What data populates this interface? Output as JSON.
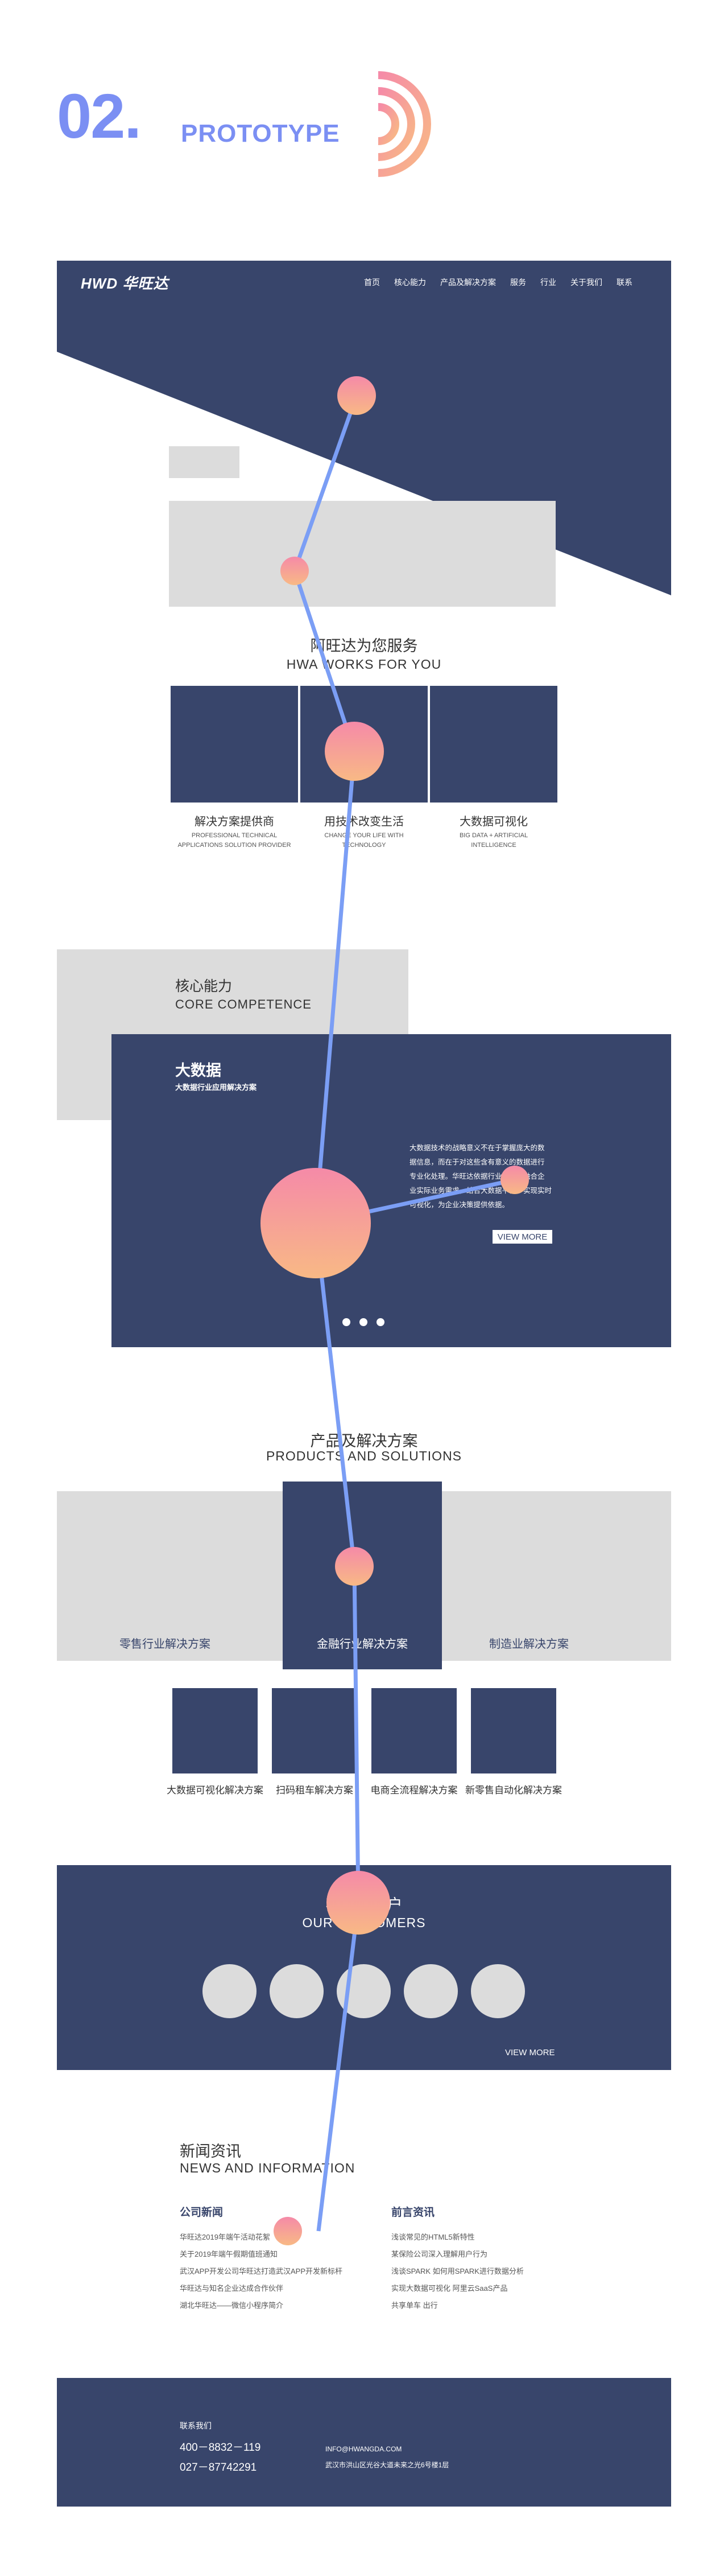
{
  "heading": {
    "number": "02.",
    "title": "PROTOTYPE"
  },
  "brand": {
    "logo": "HWD 华旺达"
  },
  "nav": [
    "首页",
    "核心能力",
    "产品及解决方案",
    "服务",
    "行业",
    "关于我们",
    "联系"
  ],
  "services": {
    "title": "阿旺达为您服务",
    "subtitle": "HWA WORKS FOR YOU",
    "items": [
      {
        "label": "解决方案提供商",
        "desc1": "PROFESSIONAL TECHNICAL",
        "desc2": "APPLICATIONS SOLUTION PROVIDER"
      },
      {
        "label": "用技术改变生活",
        "desc1": "CHANGE YOUR LIFE WITH",
        "desc2": "TECHNOLOGY"
      },
      {
        "label": "大数据可视化",
        "desc1": "BIG DATA + ARTIFICIAL",
        "desc2": "INTELLIGENCE"
      }
    ]
  },
  "core": {
    "title": "核心能力",
    "subtitle": "CORE COMPETENCE",
    "card_title": "大数据",
    "card_subtitle": "大数据行业应用解决方案",
    "body": [
      "大数据技术的战略意义不在于掌握庞大的数",
      "据信息，而在于对这些含有意义的数据进行",
      "专业化处理。华旺达依据行业特点，融合企",
      "业实际业务需求，结合大数据平台，实现实时",
      "可视化，为企业决策提供依据。"
    ],
    "button": "VIEW MORE"
  },
  "products": {
    "title": "产品及解决方案",
    "subtitle": "PRODUCTS AND SOLUTIONS",
    "blocks": [
      "零售行业解决方案",
      "金融行业解决方案",
      "制造业解决方案"
    ],
    "tiles": [
      "大数据可视化解决方案",
      "扫码租车解决方案",
      "电商全流程解决方案",
      "新零售自动化解决方案"
    ]
  },
  "customers": {
    "title": "我们的客户",
    "subtitle": "OUR CUSTOMERS",
    "more": "VIEW MORE"
  },
  "news": {
    "title": "新闻资讯",
    "subtitle": "NEWS AND INFORMATION",
    "company_title": "公司新闻",
    "company_items": [
      "华旺达2019年端午活动花絮",
      "关于2019年端午假期值班通知",
      "武汉APP开发公司华旺达打造武汉APP开发新标杆",
      "华旺达与知名企业达成合作伙伴",
      "湖北华旺达——微信小程序简介"
    ],
    "frontier_title": "前言资讯",
    "frontier_items": [
      "浅谈常见的HTML5新特性",
      "某保险公司深入理解用户行为",
      "浅谈SPARK",
      "如何用SPARK进行数据分析",
      "实现大数据可视化",
      "阿里云SaaS产品",
      "共享单车",
      "出行"
    ]
  },
  "footer": {
    "contact_label": "联系我们",
    "phone1": "400－8832－119",
    "phone2": "027－87742291",
    "email": "INFO@HWANGDA.COM",
    "address": "武汉市洪山区光谷大道未来之光6号楼1层"
  },
  "colors": {
    "accent": "#7b8ff3",
    "navy": "#38456b",
    "gray": "#dcdcdc",
    "line": "#7b9ef5",
    "dot_top": "#f58aa8",
    "dot_bottom": "#f8b985"
  }
}
